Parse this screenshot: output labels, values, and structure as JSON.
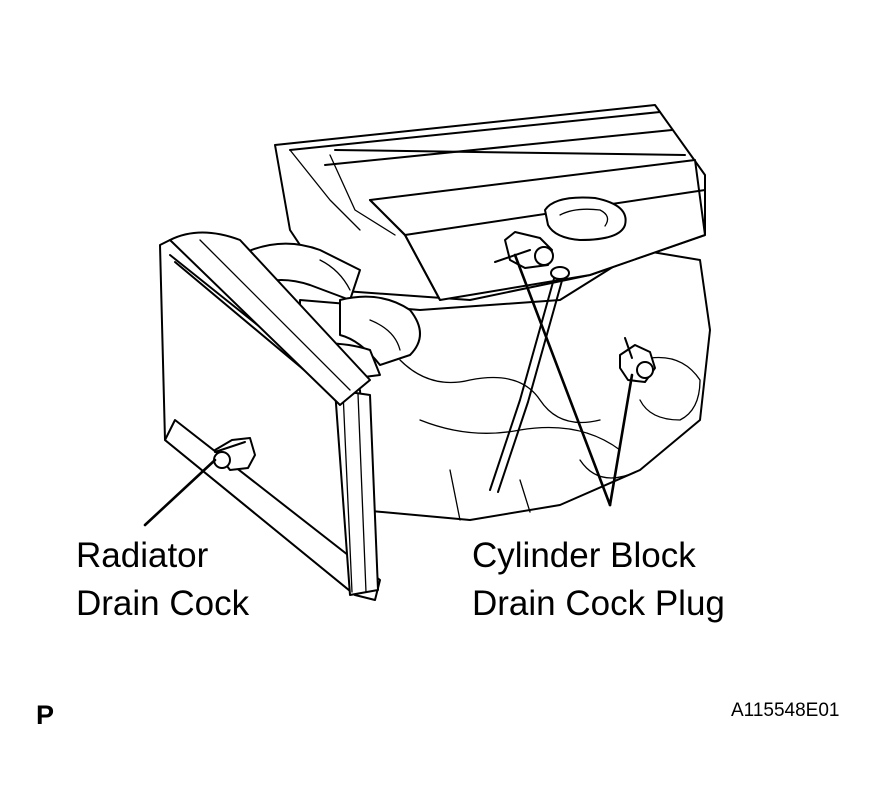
{
  "labels": {
    "radiator_drain_cock": [
      "Radiator",
      "Drain Cock"
    ],
    "cylinder_block_drain_cock_plug": [
      "Cylinder Block",
      "Drain Cock Plug"
    ]
  },
  "footer": {
    "view_mark": "P",
    "figure_code": "A115548E01"
  }
}
